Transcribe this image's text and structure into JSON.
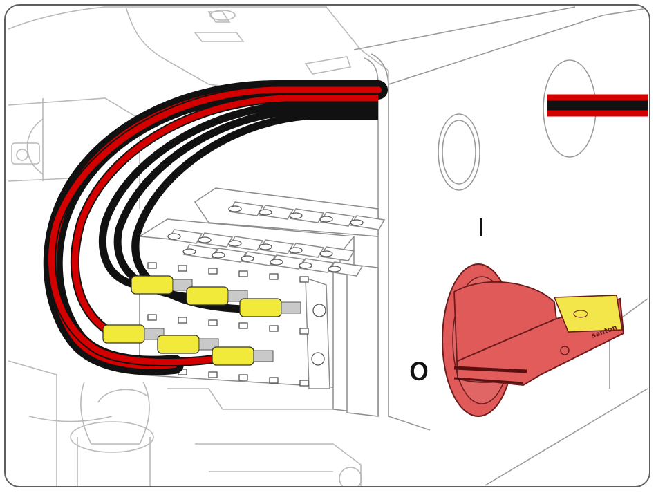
{
  "switch": {
    "on_label": "I",
    "off_label": "O",
    "brand_label": "santon"
  },
  "colors": {
    "outline": "#5f5f5f",
    "enclosure_line": "#b9b9b9",
    "wire_red": "#d40000",
    "wire_black": "#111111",
    "ferrule_yellow": "#f2ea3a",
    "switch_red": "#e05a5a",
    "switch_yellow": "#f2e64a"
  },
  "icons": [
    "disconnect-switch-icon",
    "terminal-block-icon",
    "cable-icon"
  ]
}
